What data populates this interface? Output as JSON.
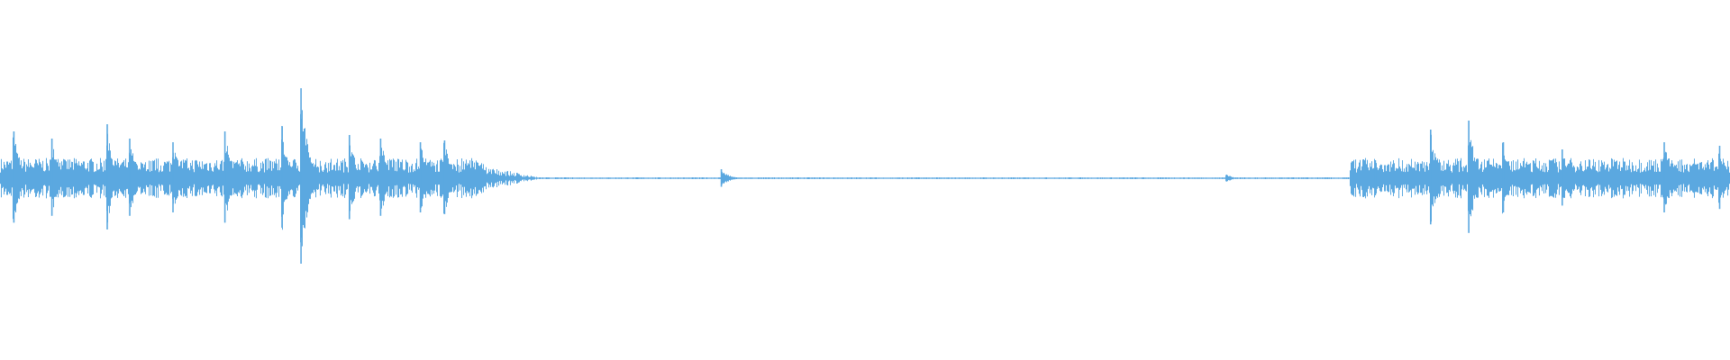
{
  "waveform": {
    "color": "#5ba8e0",
    "background": "#ffffff",
    "layout": "mirrored-around-centerline",
    "activity_regions": [
      {
        "name": "dense-intro",
        "start_fraction": 0.0,
        "end_fraction": 0.28,
        "level": "high"
      },
      {
        "name": "decay",
        "start_fraction": 0.28,
        "end_fraction": 0.31,
        "level": "low"
      },
      {
        "name": "near-silence",
        "start_fraction": 0.31,
        "end_fraction": 0.78,
        "level": "very-low"
      },
      {
        "name": "dense-outro",
        "start_fraction": 0.78,
        "end_fraction": 1.0,
        "level": "high"
      }
    ],
    "transients": [
      {
        "position_fraction": 0.008,
        "amplitude_fraction": 0.26
      },
      {
        "position_fraction": 0.03,
        "amplitude_fraction": 0.22
      },
      {
        "position_fraction": 0.062,
        "amplitude_fraction": 0.3
      },
      {
        "position_fraction": 0.075,
        "amplitude_fraction": 0.22
      },
      {
        "position_fraction": 0.1,
        "amplitude_fraction": 0.2
      },
      {
        "position_fraction": 0.13,
        "amplitude_fraction": 0.26
      },
      {
        "position_fraction": 0.163,
        "amplitude_fraction": 0.29
      },
      {
        "position_fraction": 0.174,
        "amplitude_fraction": 0.5
      },
      {
        "position_fraction": 0.202,
        "amplitude_fraction": 0.24
      },
      {
        "position_fraction": 0.22,
        "amplitude_fraction": 0.22
      },
      {
        "position_fraction": 0.243,
        "amplitude_fraction": 0.2
      },
      {
        "position_fraction": 0.257,
        "amplitude_fraction": 0.21
      },
      {
        "position_fraction": 0.277,
        "amplitude_fraction": 0.07
      },
      {
        "position_fraction": 0.417,
        "amplitude_fraction": 0.05
      },
      {
        "position_fraction": 0.709,
        "amplitude_fraction": 0.02
      },
      {
        "position_fraction": 0.782,
        "amplitude_fraction": 0.04
      },
      {
        "position_fraction": 0.795,
        "amplitude_fraction": 0.1
      },
      {
        "position_fraction": 0.827,
        "amplitude_fraction": 0.27
      },
      {
        "position_fraction": 0.849,
        "amplitude_fraction": 0.32
      },
      {
        "position_fraction": 0.869,
        "amplitude_fraction": 0.2
      },
      {
        "position_fraction": 0.903,
        "amplitude_fraction": 0.16
      },
      {
        "position_fraction": 0.962,
        "amplitude_fraction": 0.2
      },
      {
        "position_fraction": 0.994,
        "amplitude_fraction": 0.18
      }
    ]
  }
}
